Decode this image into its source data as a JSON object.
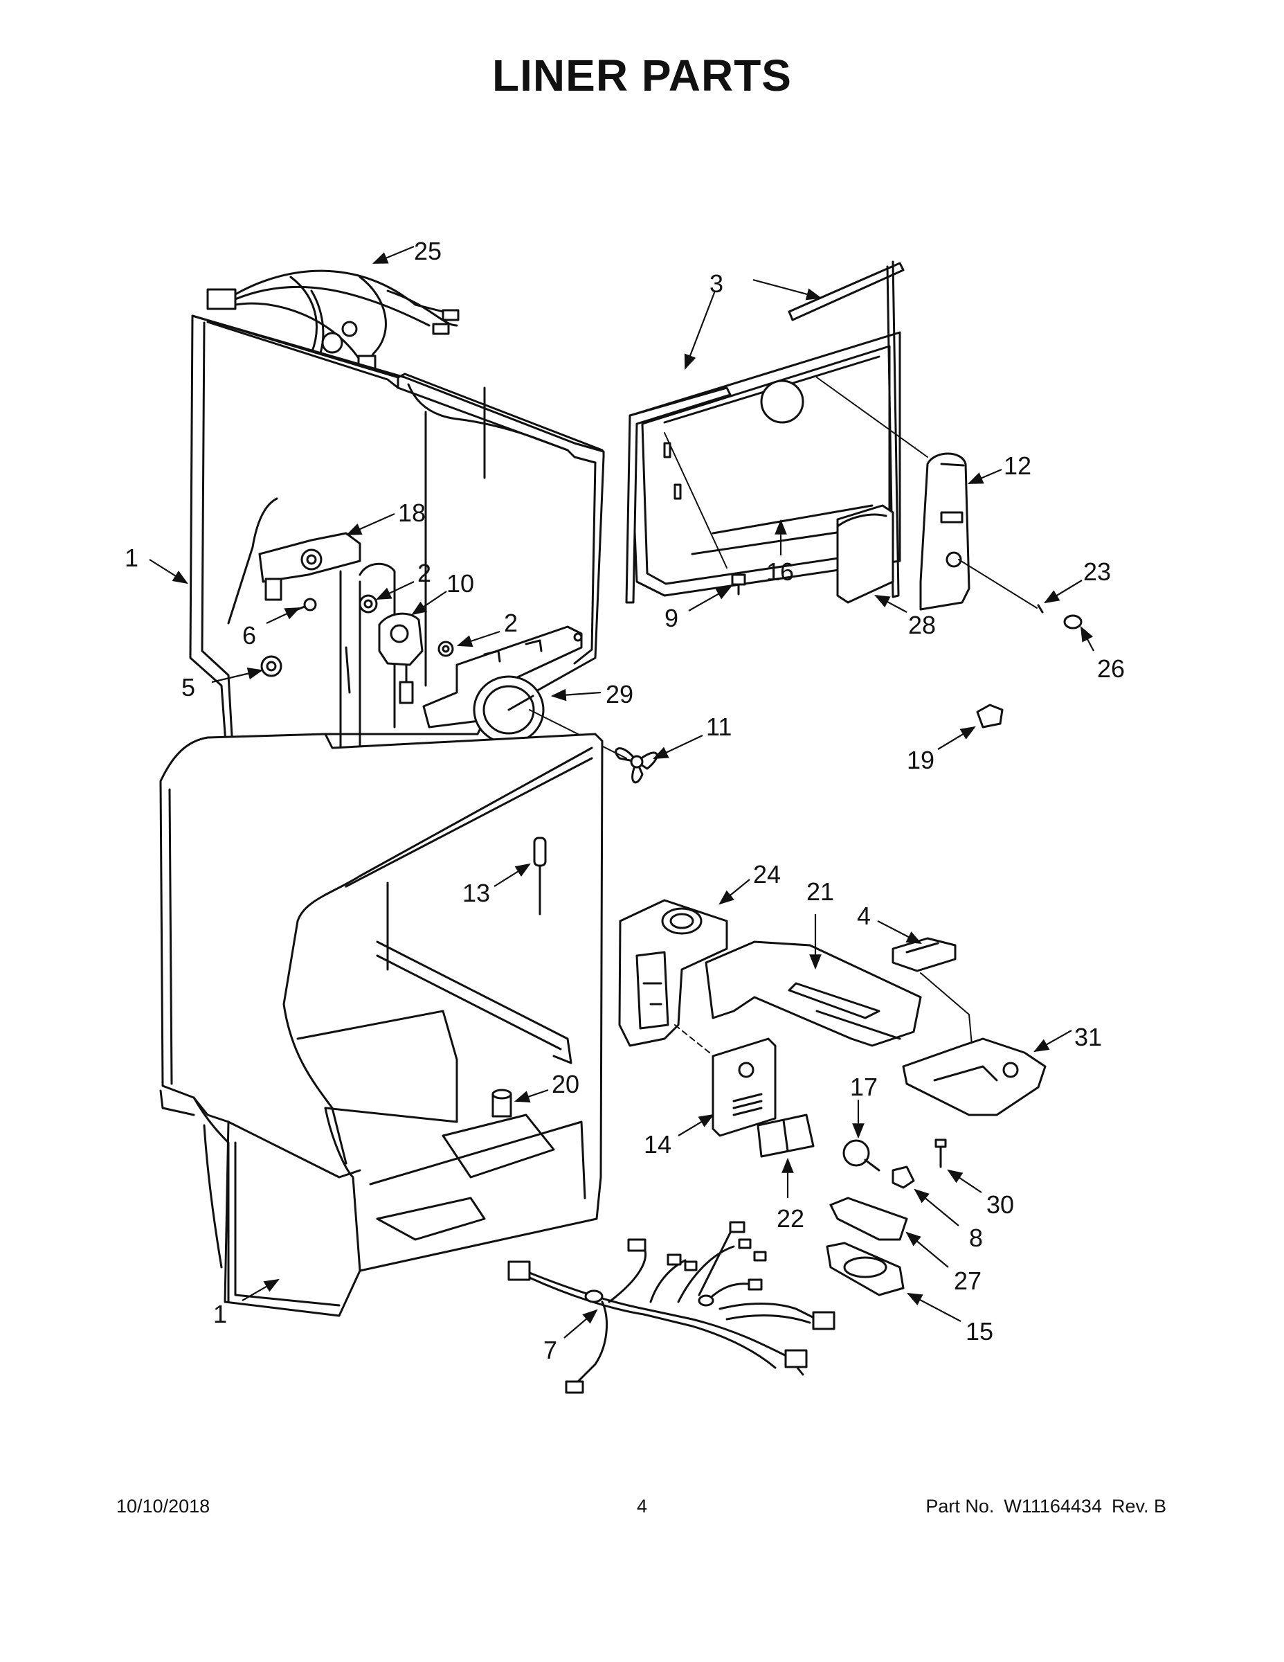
{
  "page": {
    "title": "LINER PARTS",
    "date": "10/10/2018",
    "page_number": "4",
    "part_no_label": "Part No.",
    "part_no": "W11164434",
    "revision": "Rev. B"
  },
  "callouts": [
    "25",
    "3",
    "18",
    "1",
    "2",
    "10",
    "6",
    "2",
    "5",
    "29",
    "11",
    "12",
    "16",
    "23",
    "9",
    "28",
    "26",
    "19",
    "13",
    "24",
    "21",
    "4",
    "31",
    "20",
    "14",
    "17",
    "22",
    "30",
    "8",
    "27",
    "1",
    "7",
    "15"
  ]
}
